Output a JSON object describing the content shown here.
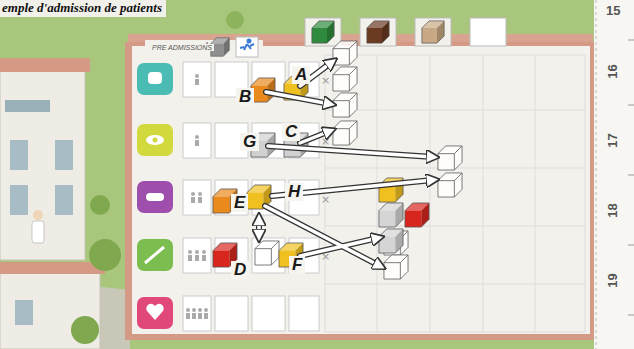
{
  "diagram": {
    "title": "emple d'admission de patients",
    "labels": [
      "PRE ADMISSIONS",
      "15",
      "16",
      "17",
      "18",
      "19",
      "A",
      "B",
      "C",
      "G",
      "H",
      "E",
      "F",
      "D"
    ]
  }
}
